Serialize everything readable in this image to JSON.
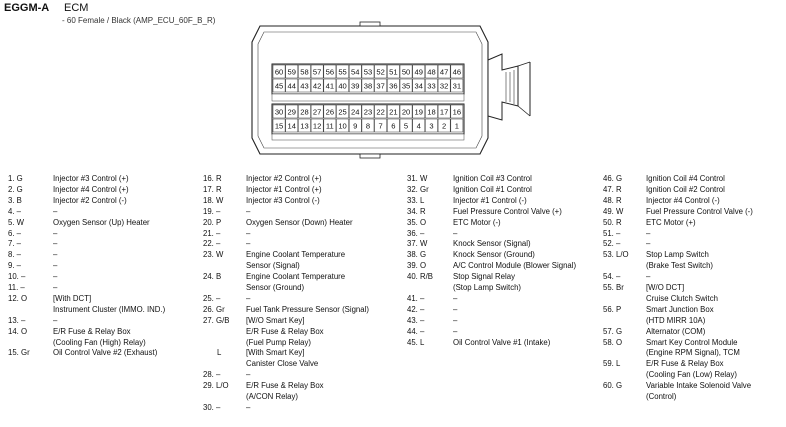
{
  "header": {
    "code": "EGGM-A",
    "name": "ECM",
    "sub": "- 60 Female / Black (AMP_ECU_60F_B_R)"
  },
  "connector": {
    "top_row_1": [
      "60",
      "59",
      "58",
      "57",
      "56",
      "55",
      "54",
      "53",
      "52",
      "51",
      "50",
      "49",
      "48",
      "47",
      "46"
    ],
    "top_row_2": [
      "45",
      "44",
      "43",
      "42",
      "41",
      "40",
      "39",
      "38",
      "37",
      "36",
      "35",
      "34",
      "33",
      "32",
      "31"
    ],
    "bot_row_1": [
      "30",
      "29",
      "28",
      "27",
      "26",
      "25",
      "24",
      "23",
      "22",
      "21",
      "20",
      "19",
      "18",
      "17",
      "16"
    ],
    "bot_row_2": [
      "15",
      "14",
      "13",
      "12",
      "11",
      "10",
      "9",
      "8",
      "7",
      "6",
      "5",
      "4",
      "3",
      "2",
      "1"
    ]
  },
  "pins": {
    "col1": [
      {
        "n": "1. G",
        "d": [
          "Injector #3 Control (+)"
        ]
      },
      {
        "n": "2. G",
        "d": [
          "Injector #4 Control (+)"
        ]
      },
      {
        "n": "3. B",
        "d": [
          "Injector #2 Control (-)"
        ]
      },
      {
        "n": "4. –",
        "d": [
          "–"
        ]
      },
      {
        "n": "5. W",
        "d": [
          "Oxygen Sensor (Up) Heater"
        ]
      },
      {
        "n": "6. –",
        "d": [
          "–"
        ]
      },
      {
        "n": "7. –",
        "d": [
          "–"
        ]
      },
      {
        "n": "8. –",
        "d": [
          "–"
        ]
      },
      {
        "n": "9. –",
        "d": [
          "–"
        ]
      },
      {
        "n": "10. –",
        "d": [
          "–"
        ]
      },
      {
        "n": "11. –",
        "d": [
          "–"
        ]
      },
      {
        "n": "12. O",
        "d": [
          "[With DCT]",
          "Instrument Cluster (IMMO. IND.)"
        ]
      },
      {
        "n": "13. –",
        "d": [
          "–"
        ]
      },
      {
        "n": "14. O",
        "d": [
          "E/R Fuse & Relay Box",
          "(Cooling Fan (High) Relay)"
        ]
      },
      {
        "n": "15. Gr",
        "d": [
          "Oil Control Valve #2 (Exhaust)"
        ]
      }
    ],
    "col2": [
      {
        "n": "16. R",
        "d": [
          "Injector #2 Control (+)"
        ]
      },
      {
        "n": "17. R",
        "d": [
          "Injector #1 Control (+)"
        ]
      },
      {
        "n": "18. W",
        "d": [
          "Injector #3 Control (-)"
        ]
      },
      {
        "n": "19. –",
        "d": [
          "–"
        ]
      },
      {
        "n": "20. P",
        "d": [
          "Oxygen Sensor (Down) Heater"
        ]
      },
      {
        "n": "21. –",
        "d": [
          "–"
        ]
      },
      {
        "n": "22. –",
        "d": [
          "–"
        ]
      },
      {
        "n": "23. W",
        "d": [
          "Engine Coolant Temperature",
          "Sensor (Signal)"
        ]
      },
      {
        "n": "24. B",
        "d": [
          "Engine Coolant Temperature",
          "Sensor (Ground)"
        ]
      },
      {
        "n": "25. –",
        "d": [
          "–"
        ]
      },
      {
        "n": "26. Gr",
        "d": [
          "Fuel Tank Pressure Sensor (Signal)"
        ]
      },
      {
        "n": "27. G/B",
        "d": [
          "[W/O Smart Key]",
          "E/R Fuse & Relay Box",
          "(Fuel Pump Relay)"
        ]
      },
      {
        "n": "L",
        "d": [
          "[With Smart Key]",
          "Canister Close Valve"
        ]
      },
      {
        "n": "28. –",
        "d": [
          "–"
        ]
      },
      {
        "n": "29. L/O",
        "d": [
          "E/R Fuse & Relay Box",
          "(A/CON Relay)"
        ]
      },
      {
        "n": "30. –",
        "d": [
          "–"
        ]
      }
    ],
    "col3": [
      {
        "n": "31. W",
        "d": [
          "Ignition Coil #3 Control"
        ]
      },
      {
        "n": "32. Gr",
        "d": [
          "Ignition Coil #1 Control"
        ]
      },
      {
        "n": "33. L",
        "d": [
          "Injector #1 Control (-)"
        ]
      },
      {
        "n": "34. R",
        "d": [
          "Fuel Pressure Control Valve (+)"
        ]
      },
      {
        "n": "35. O",
        "d": [
          "ETC Motor (-)"
        ]
      },
      {
        "n": "36. –",
        "d": [
          "–"
        ]
      },
      {
        "n": "37. W",
        "d": [
          "Knock Sensor (Signal)"
        ]
      },
      {
        "n": "38. G",
        "d": [
          "Knock Sensor (Ground)"
        ]
      },
      {
        "n": "39. O",
        "d": [
          "A/C Control Module (Blower Signal)"
        ]
      },
      {
        "n": "40. R/B",
        "d": [
          "Stop Signal Relay",
          "(Stop Lamp Switch)"
        ]
      },
      {
        "n": "41. –",
        "d": [
          "–"
        ]
      },
      {
        "n": "42. –",
        "d": [
          "–"
        ]
      },
      {
        "n": "43. –",
        "d": [
          "–"
        ]
      },
      {
        "n": "44. –",
        "d": [
          "–"
        ]
      },
      {
        "n": "45. L",
        "d": [
          "Oil Control Valve #1 (Intake)"
        ]
      }
    ],
    "col4": [
      {
        "n": "46. G",
        "d": [
          "Ignition Coil #4 Control"
        ]
      },
      {
        "n": "47. R",
        "d": [
          "Ignition Coil #2 Control"
        ]
      },
      {
        "n": "48. R",
        "d": [
          "Injector #4 Control (-)"
        ]
      },
      {
        "n": "49. W",
        "d": [
          "Fuel Pressure Control Valve (-)"
        ]
      },
      {
        "n": "50. R",
        "d": [
          "ETC Motor (+)"
        ]
      },
      {
        "n": "51. –",
        "d": [
          "–"
        ]
      },
      {
        "n": "52. –",
        "d": [
          "–"
        ]
      },
      {
        "n": "53. L/O",
        "d": [
          "Stop Lamp Switch",
          "(Brake Test Switch)"
        ]
      },
      {
        "n": "54. –",
        "d": [
          "–"
        ]
      },
      {
        "n": "55. Br",
        "d": [
          "[W/O DCT]",
          "Cruise Clutch Switch"
        ]
      },
      {
        "n": "56. P",
        "d": [
          "Smart Junction Box",
          "(HTD MIRR 10A)"
        ]
      },
      {
        "n": "57. G",
        "d": [
          "Alternator (COM)"
        ]
      },
      {
        "n": "58. O",
        "d": [
          "Smart Key Control Module",
          "(Engine RPM Signal), TCM"
        ]
      },
      {
        "n": "59. L",
        "d": [
          "E/R Fuse & Relay Box",
          "(Cooling Fan (Low) Relay)"
        ]
      },
      {
        "n": "60. G",
        "d": [
          "Variable Intake Solenoid Valve",
          "(Control)"
        ]
      }
    ]
  }
}
